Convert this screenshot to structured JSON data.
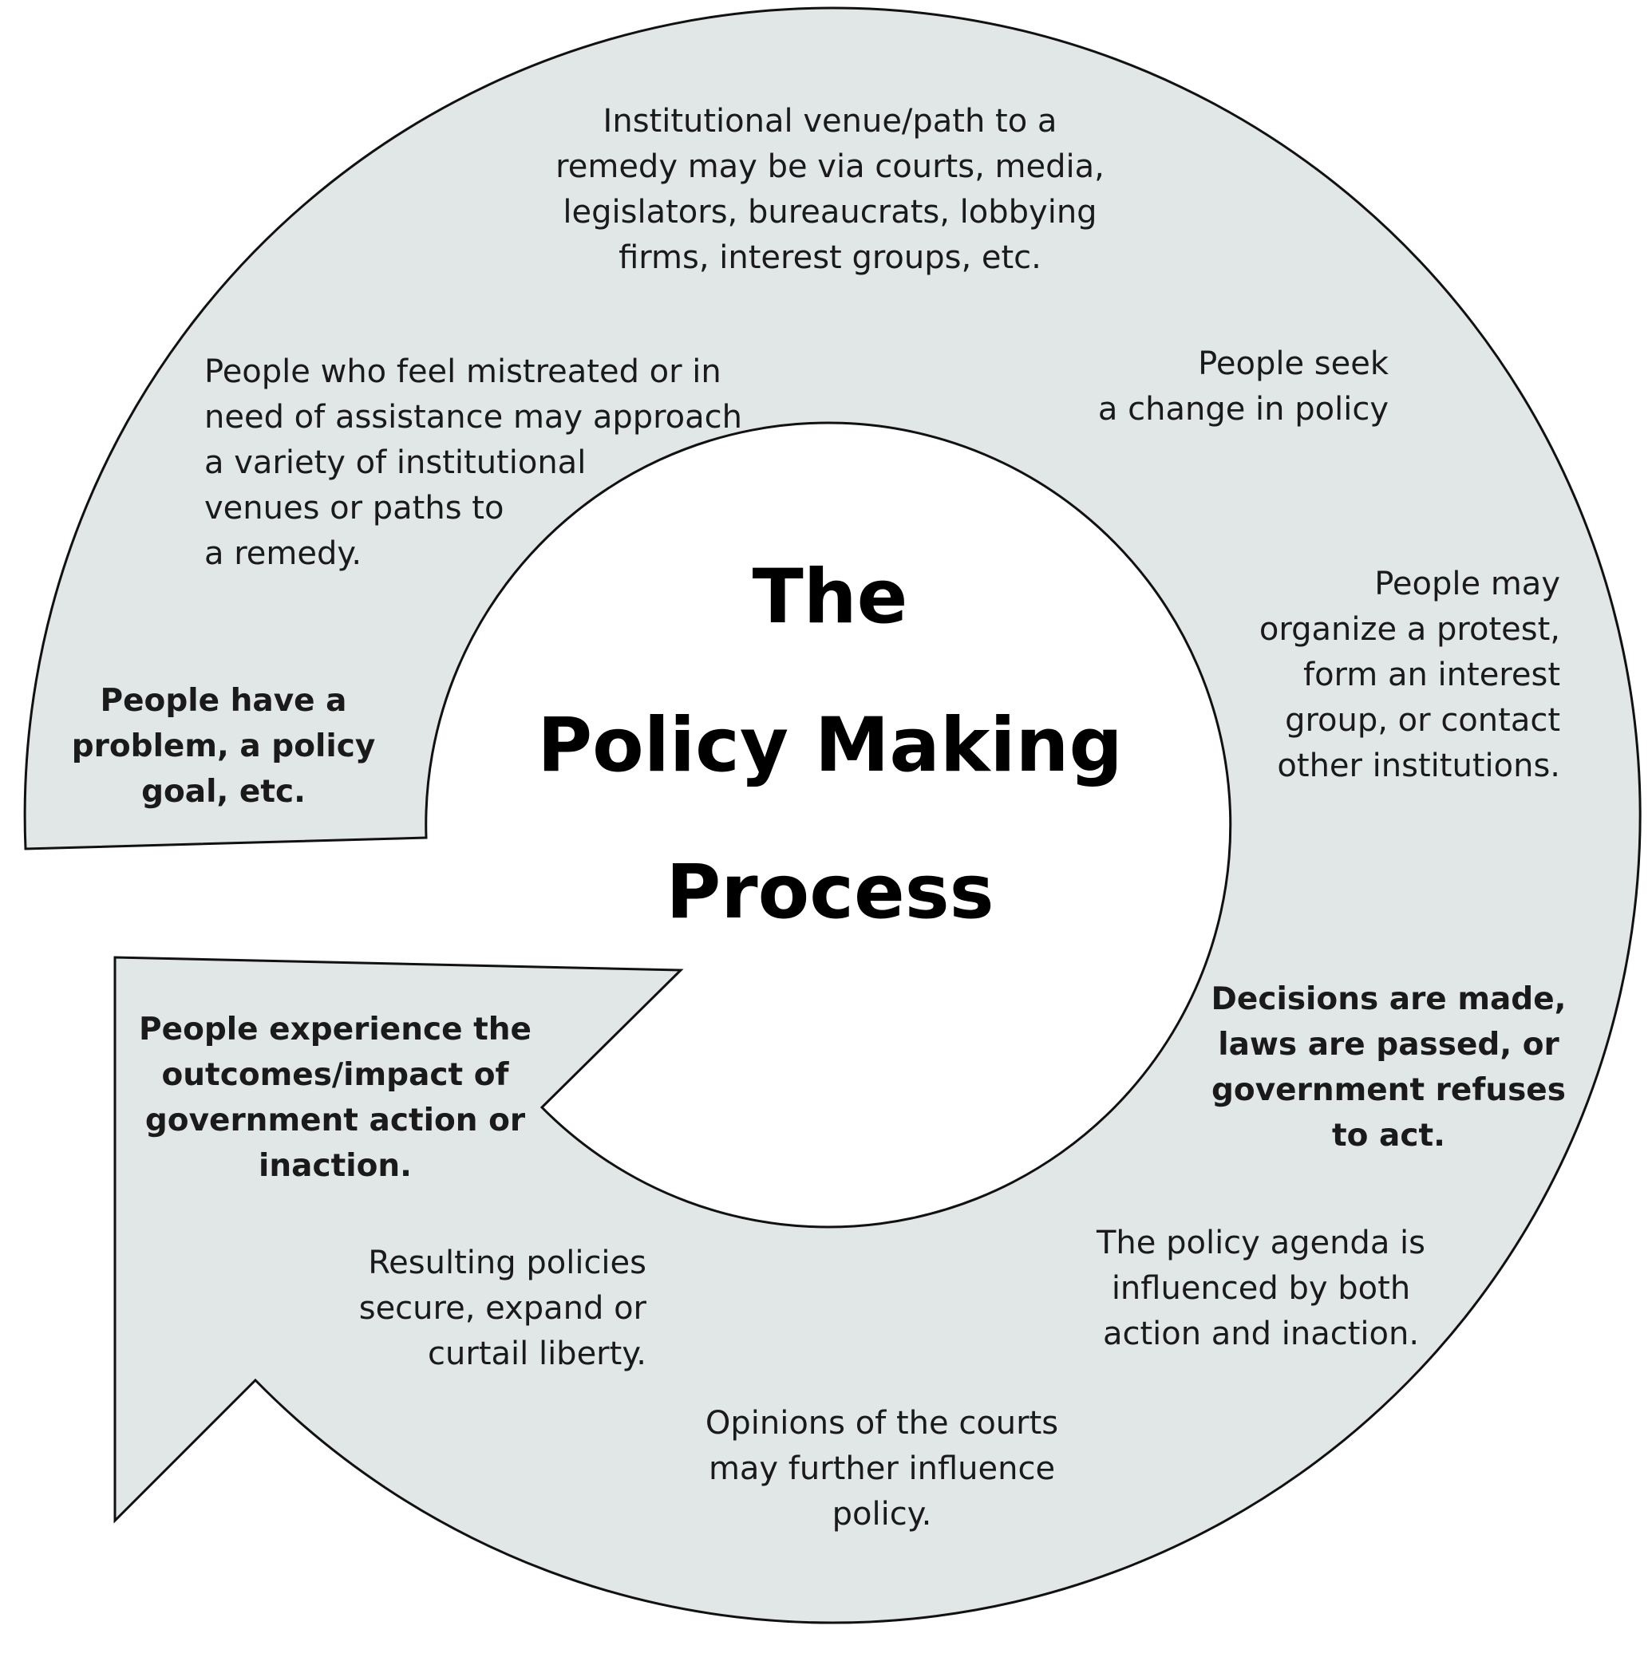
{
  "colors": {
    "ring_fill": "#e1e7e7",
    "ring_stroke": "#111111",
    "background": "#ffffff",
    "text": "#1a1a1a"
  },
  "title": {
    "line1": "The",
    "line2": "Policy Making",
    "line3": "Process"
  },
  "stages": {
    "problem": "People have a\nproblem, a policy\ngoal, etc.",
    "approach": "People who feel mistreated or in\nneed of assistance may approach\na variety of institutional\nvenues or paths to\na remedy.",
    "venues": "Institutional venue/path to a\nremedy may be via courts, media,\nlegislators, bureaucrats, lobbying\nfirms, interest groups, etc.",
    "seek_change": "People seek\na change in policy",
    "organize": "People may\norganize a protest,\nform an interest\ngroup, or contact\nother institutions.",
    "decisions": "Decisions are made,\nlaws are passed, or\ngovernment refuses\nto act.",
    "agenda": "The policy agenda is\ninfluenced by both\naction and inaction.",
    "courts": "Opinions of the courts\nmay further influence\npolicy.",
    "liberty": "Resulting policies\nsecure, expand or\ncurtail liberty.",
    "outcomes": "People experience the\noutcomes/impact of\ngovernment action or\ninaction."
  }
}
